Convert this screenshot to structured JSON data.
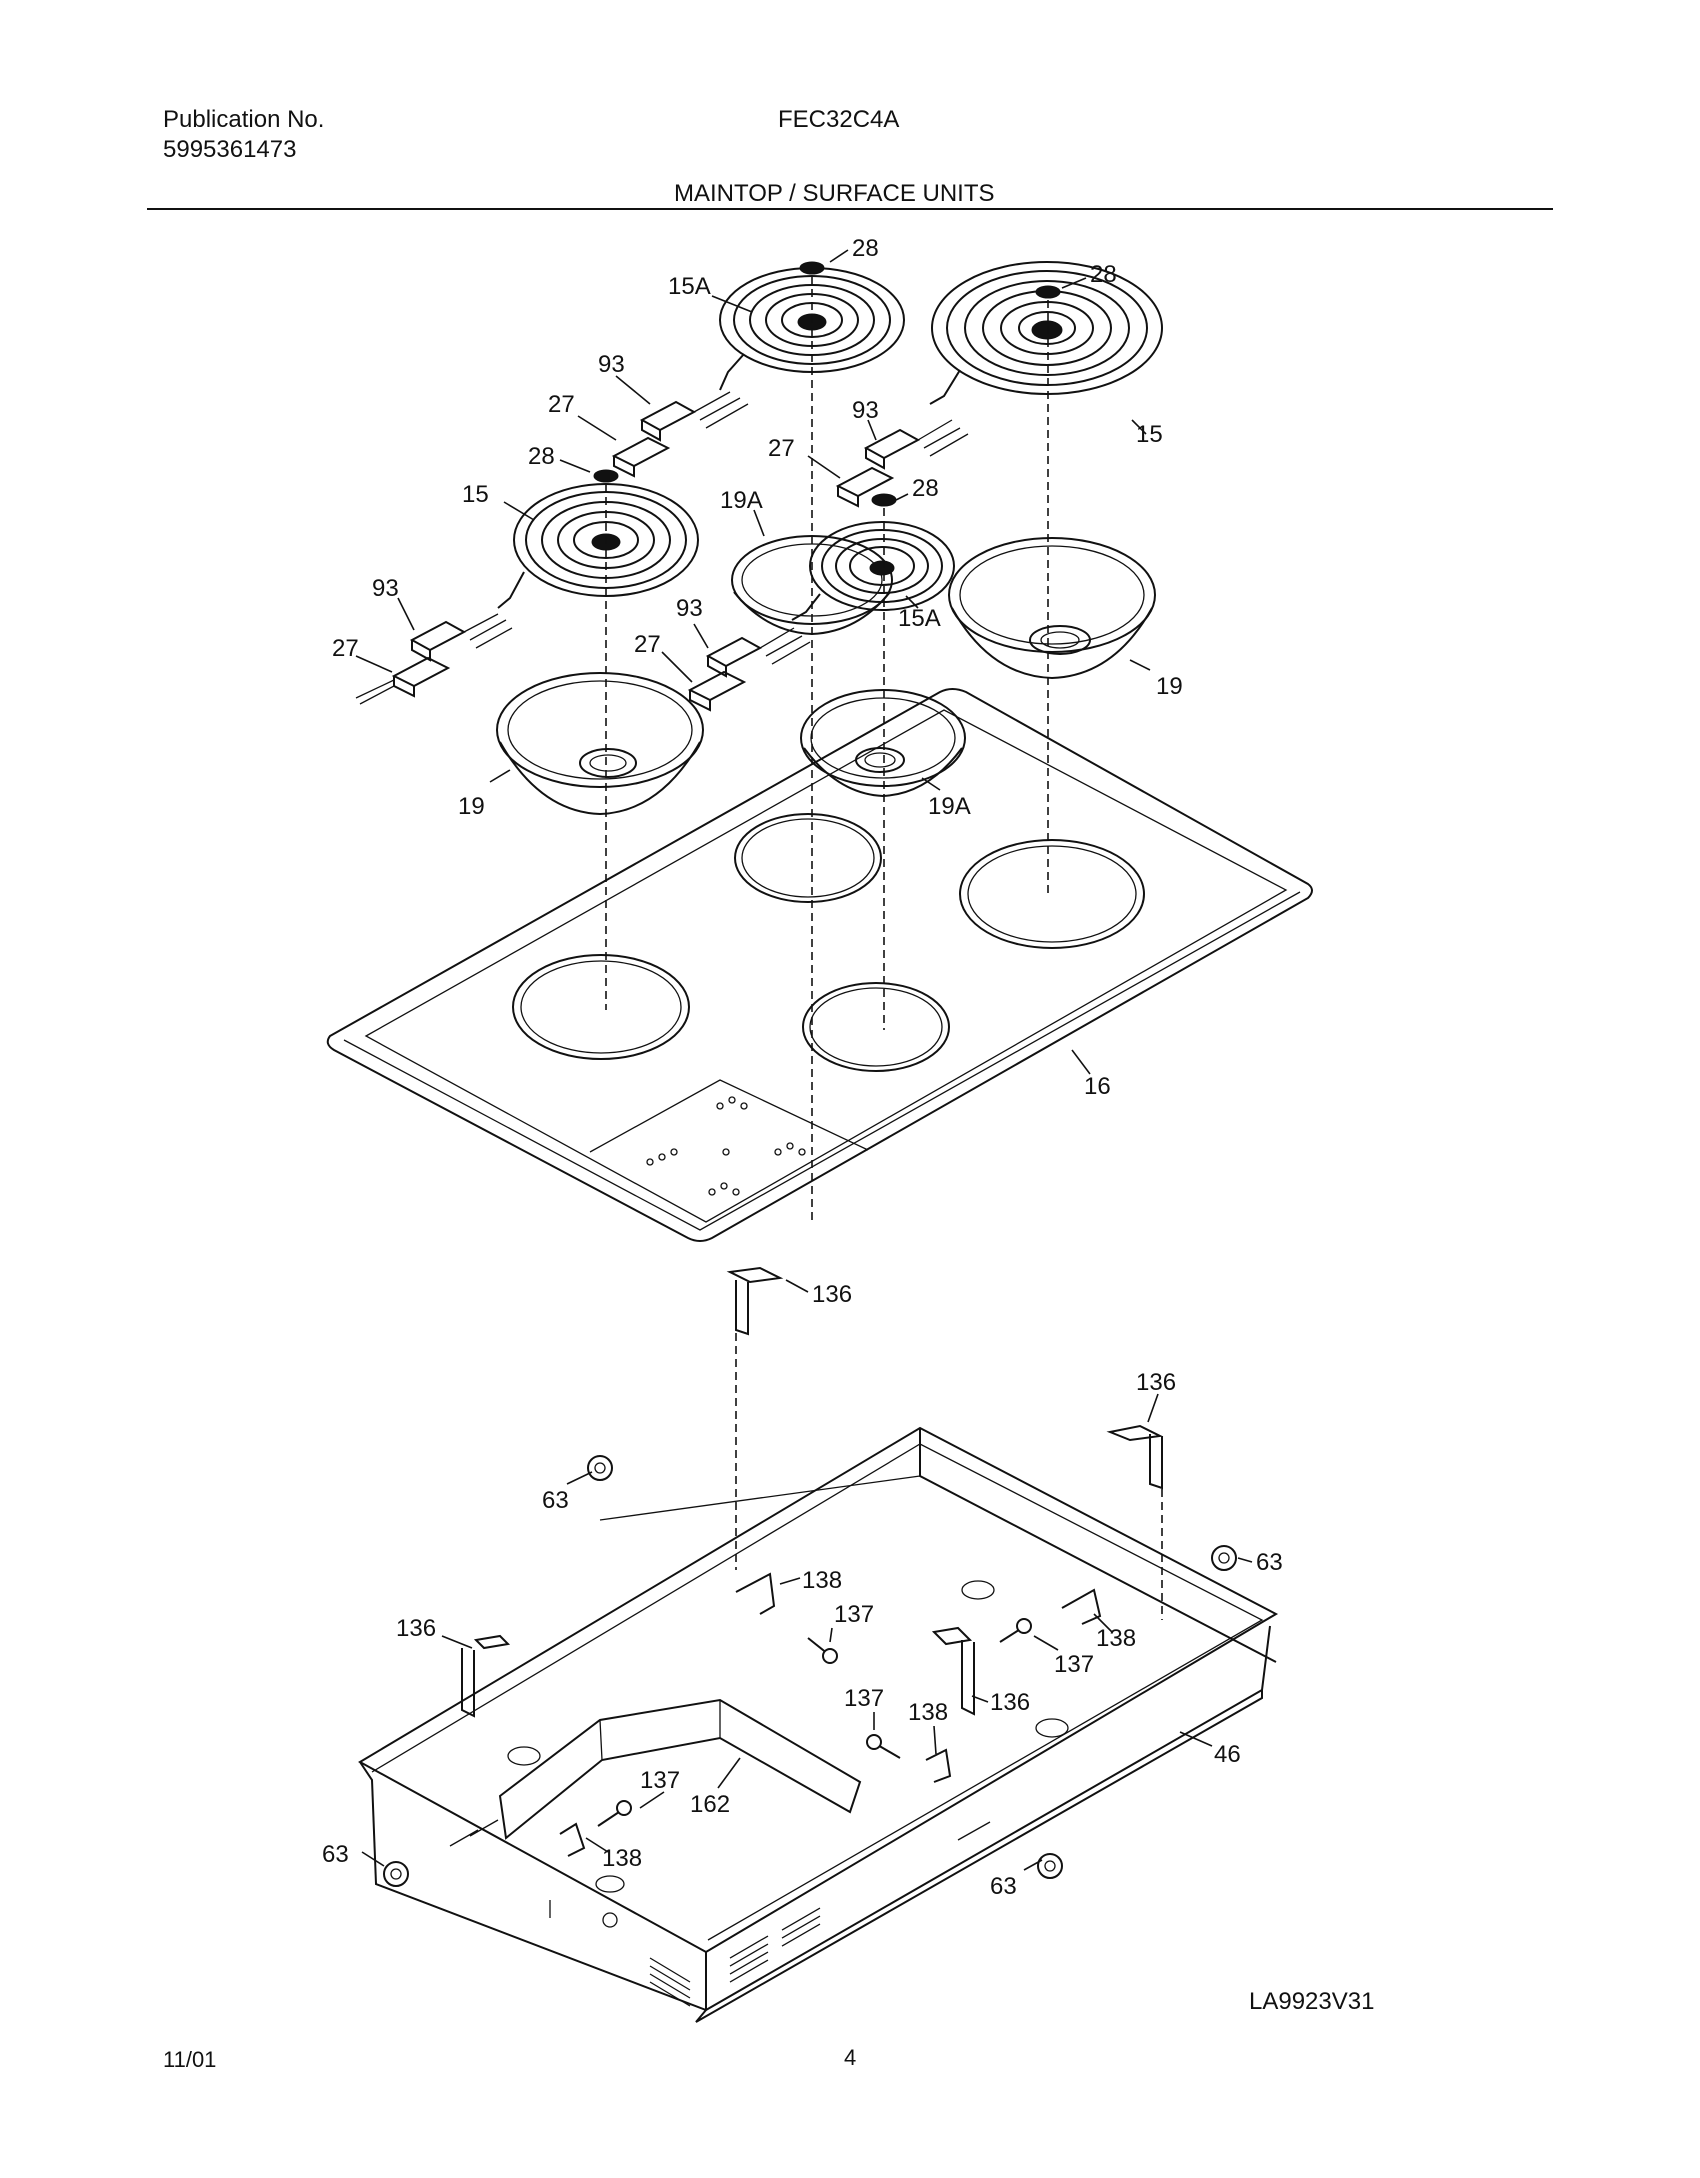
{
  "header": {
    "publication_label": "Publication No.",
    "publication_number": "5995361473",
    "model": "FEC32C4A",
    "section_title": "MAINTOP / SURFACE UNITS"
  },
  "footer": {
    "diagram_code": "LA9923V31",
    "date_code": "11/01",
    "page_number": "4"
  },
  "part_callouts": {
    "p28_a": "28",
    "p28_b": "28",
    "p28_c": "28",
    "p28_d": "28",
    "p15A_a": "15A",
    "p15A_b": "15A",
    "p15_a": "15",
    "p15_b": "15",
    "p93_a": "93",
    "p93_b": "93",
    "p93_c": "93",
    "p93_d": "93",
    "p27_a": "27",
    "p27_b": "27",
    "p27_c": "27",
    "p27_d": "27",
    "p19A_a": "19A",
    "p19A_b": "19A",
    "p19_a": "19",
    "p19_b": "19",
    "p16": "16",
    "p136_a": "136",
    "p136_b": "136",
    "p136_c": "136",
    "p136_d": "136",
    "p63_a": "63",
    "p63_b": "63",
    "p63_c": "63",
    "p63_d": "63",
    "p138_a": "138",
    "p138_b": "138",
    "p138_c": "138",
    "p138_d": "138",
    "p137_a": "137",
    "p137_b": "137",
    "p137_c": "137",
    "p137_d": "137",
    "p46": "46",
    "p162": "162"
  }
}
